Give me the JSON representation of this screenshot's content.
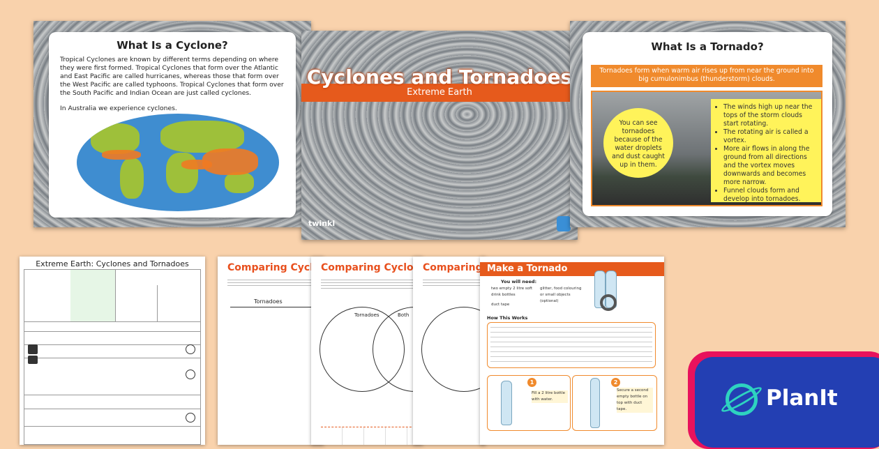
{
  "slides": {
    "cyclone": {
      "title": "What Is a Cyclone?",
      "paragraph": "Tropical Cyclones are known by different terms depending on where they were first formed. Tropical Cyclones that form over the Atlantic and East Pacific are called hurricanes, whereas those that form over the West Pacific are called typhoons. Tropical Cyclones that form over the South Pacific and Indian Ocean are just called cyclones.",
      "australia_text": "In Australia we experience cyclones."
    },
    "title_slide": {
      "title": "Cyclones and Tornadoes",
      "subtitle": "Extreme Earth",
      "logo": "twinkl"
    },
    "tornado": {
      "title": "What Is a Tornado?",
      "intro": "Tornadoes form when warm air rises up from near the ground into big cumulonimbus (thunderstorm) clouds.",
      "circle_text": "You can see tornadoes because of the water droplets and dust caught up in them.",
      "bullets": [
        "The winds high up near the tops of the storm clouds start rotating.",
        "The rotating air is called a vortex.",
        "More air flows in along the ground from all directions and the vortex moves downwards and becomes more narrow.",
        "Funnel clouds form and develop into tornadoes."
      ]
    }
  },
  "documents": {
    "lesson_plan": {
      "title": "Extreme Earth: Cyclones and Tornadoes"
    },
    "compare1": {
      "heading": "Comparing Cyclones",
      "label": "Tornadoes"
    },
    "compare2": {
      "heading": "Comparing Cyclones",
      "venn_left": "Tornadoes",
      "venn_mid": "Both"
    },
    "compare3": {
      "heading": "Comparing C"
    },
    "make_tornado": {
      "heading": "Make a Tornado",
      "need_title": "You will need:",
      "items_left": [
        "two empty 2 litre soft drink bottles",
        "duct tape"
      ],
      "items_right": [
        "glitter, food colouring or small objects (optional)"
      ],
      "how_title": "How This Works",
      "step1": "Fill a 2 litre bottle with water.",
      "step2": "Secure a second empty bottle on top with duct tape.",
      "step_numbers": [
        "1",
        "2"
      ]
    }
  },
  "brand": {
    "name": "PlanIt",
    "accent": "#e8125c",
    "badge_color": "#233fb3",
    "orange": "#e65a1c"
  }
}
